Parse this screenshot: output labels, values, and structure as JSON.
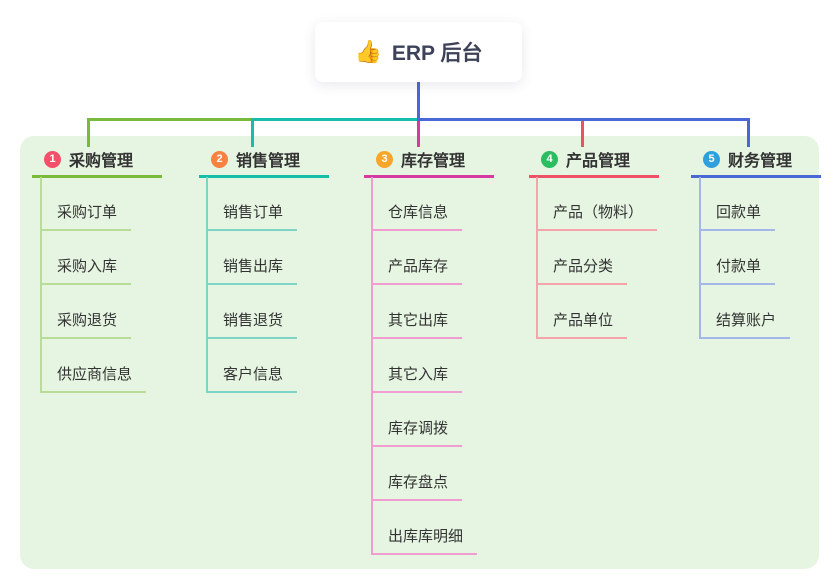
{
  "root": {
    "icon": "👍",
    "label": "ERP 后台"
  },
  "branches": [
    {
      "number": "1",
      "label": "采购管理",
      "line_color": "#79b93c",
      "light_line_color": "#b9dc99",
      "badge_color": "#f4506a",
      "children": [
        "采购订单",
        "采购入库",
        "采购退货",
        "供应商信息"
      ]
    },
    {
      "number": "2",
      "label": "销售管理",
      "line_color": "#16bda9",
      "light_line_color": "#7fd4c8",
      "badge_color": "#f8823f",
      "children": [
        "销售订单",
        "销售出库",
        "销售退货",
        "客户信息"
      ]
    },
    {
      "number": "3",
      "label": "库存管理",
      "line_color": "#d6399f",
      "light_line_color": "#f09ed1",
      "badge_color": "#f7a62a",
      "children": [
        "仓库信息",
        "产品库存",
        "其它出库",
        "其它入库",
        "库存调拨",
        "库存盘点",
        "出库库明细"
      ]
    },
    {
      "number": "4",
      "label": "产品管理",
      "line_color": "#ee5066",
      "light_line_color": "#f6a3ac",
      "badge_color": "#2abd62",
      "children": [
        "产品（物料）",
        "产品分类",
        "产品单位"
      ]
    },
    {
      "number": "5",
      "label": "财务管理",
      "line_color": "#4a68d5",
      "light_line_color": "#a3b7e8",
      "badge_color": "#2fa0dd",
      "children": [
        "回款单",
        "付款单",
        "结算账户"
      ]
    }
  ],
  "colors": {
    "canvas_background": "#ffffff",
    "panel_background": "#e6f5e2",
    "root_connector": "#4a68d5",
    "text": "#333333"
  }
}
